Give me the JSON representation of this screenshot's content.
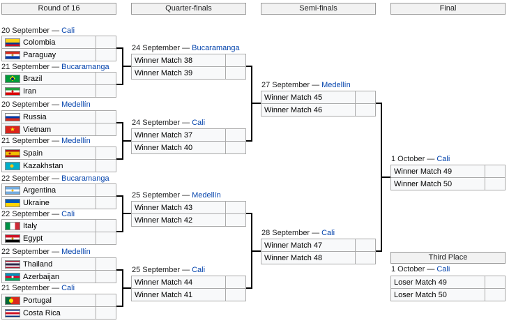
{
  "strings": {
    "dash": "—"
  },
  "columns": [
    {
      "label": "Round of 16"
    },
    {
      "label": "Quarter-finals"
    },
    {
      "label": "Semi-finals"
    },
    {
      "label": "Final"
    }
  ],
  "round_of_16": [
    {
      "date": "20 September",
      "city": "Cali",
      "teams": [
        {
          "name": "Colombia",
          "flag": "colombia"
        },
        {
          "name": "Paraguay",
          "flag": "paraguay"
        }
      ]
    },
    {
      "date": "21 September",
      "city": "Bucaramanga",
      "teams": [
        {
          "name": "Brazil",
          "flag": "brazil"
        },
        {
          "name": "Iran",
          "flag": "iran"
        }
      ]
    },
    {
      "date": "20 September",
      "city": "Medellín",
      "teams": [
        {
          "name": "Russia",
          "flag": "russia"
        },
        {
          "name": "Vietnam",
          "flag": "vietnam"
        }
      ]
    },
    {
      "date": "21 September",
      "city": "Medellín",
      "teams": [
        {
          "name": "Spain",
          "flag": "spain"
        },
        {
          "name": "Kazakhstan",
          "flag": "kazakhstan"
        }
      ]
    },
    {
      "date": "22 September",
      "city": "Bucaramanga",
      "teams": [
        {
          "name": "Argentina",
          "flag": "argentina"
        },
        {
          "name": "Ukraine",
          "flag": "ukraine"
        }
      ]
    },
    {
      "date": "22 September",
      "city": "Cali",
      "teams": [
        {
          "name": "Italy",
          "flag": "italy"
        },
        {
          "name": "Egypt",
          "flag": "egypt"
        }
      ]
    },
    {
      "date": "22 September",
      "city": "Medellín",
      "teams": [
        {
          "name": "Thailand",
          "flag": "thailand"
        },
        {
          "name": "Azerbaijan",
          "flag": "azerbaijan"
        }
      ]
    },
    {
      "date": "21 September",
      "city": "Cali",
      "teams": [
        {
          "name": "Portugal",
          "flag": "portugal"
        },
        {
          "name": "Costa Rica",
          "flag": "costa-rica"
        }
      ]
    }
  ],
  "quarter_finals": [
    {
      "date": "24 September",
      "city": "Bucaramanga",
      "teams": [
        {
          "name": "Winner Match 38"
        },
        {
          "name": "Winner Match 39"
        }
      ]
    },
    {
      "date": "24 September",
      "city": "Cali",
      "teams": [
        {
          "name": "Winner Match 37"
        },
        {
          "name": "Winner Match 40"
        }
      ]
    },
    {
      "date": "25 September",
      "city": "Medellín",
      "teams": [
        {
          "name": "Winner Match 43"
        },
        {
          "name": "Winner Match 42"
        }
      ]
    },
    {
      "date": "25 September",
      "city": "Cali",
      "teams": [
        {
          "name": "Winner Match 44"
        },
        {
          "name": "Winner Match 41"
        }
      ]
    }
  ],
  "semi_finals": [
    {
      "date": "27 September",
      "city": "Medellín",
      "teams": [
        {
          "name": "Winner Match 45"
        },
        {
          "name": "Winner Match 46"
        }
      ]
    },
    {
      "date": "28 September",
      "city": "Cali",
      "teams": [
        {
          "name": "Winner Match 47"
        },
        {
          "name": "Winner Match 48"
        }
      ]
    }
  ],
  "final": {
    "date": "1 October",
    "city": "Cali",
    "teams": [
      {
        "name": "Winner Match 49"
      },
      {
        "name": "Winner Match 50"
      }
    ]
  },
  "third_place": {
    "label": "Third Place",
    "match": {
      "date": "1 October",
      "city": "Cali",
      "teams": [
        {
          "name": "Loser Match 49"
        },
        {
          "name": "Loser Match 50"
        }
      ]
    }
  },
  "colors": {
    "link_blue": "#0645ad",
    "connector_line": "#000000",
    "box_background": "#f8f9fa",
    "box_border": "#aaaaaa",
    "header_background": "#f2f2f2",
    "text": "#202122"
  }
}
